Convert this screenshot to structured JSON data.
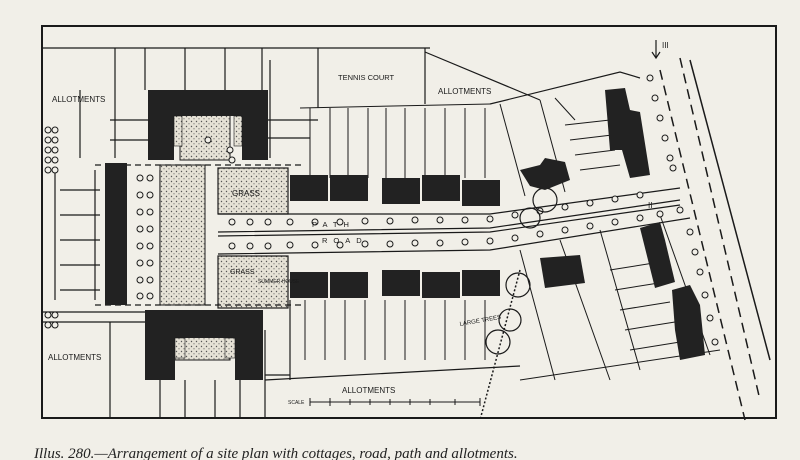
{
  "plan": {
    "labels": {
      "allotments_top_left": "ALLOTMENTS",
      "allotments_bottom_left": "ALLOTMENTS",
      "tennis_court": "TENNIS COURT",
      "allotments_top": "ALLOTMENTS",
      "allotments_bottom": "ALLOTMENTS",
      "grass_top": "GRASS",
      "grass_bottom": "GRASS",
      "summer_house": "SUMMER HOUSE",
      "path": "PATH",
      "road": "ROAD",
      "large_trees": "LARGE TREES",
      "marker_3": "III",
      "marker_2": "II",
      "scale": "SCALE"
    },
    "caption": "Illus. 280.—Arrangement of a site plan with cottages, road, path and allotments."
  },
  "colors": {
    "paper": "#f1efe8",
    "ink": "#1a1a1a",
    "building": "#222222",
    "hatch": "#bdb8aa"
  }
}
